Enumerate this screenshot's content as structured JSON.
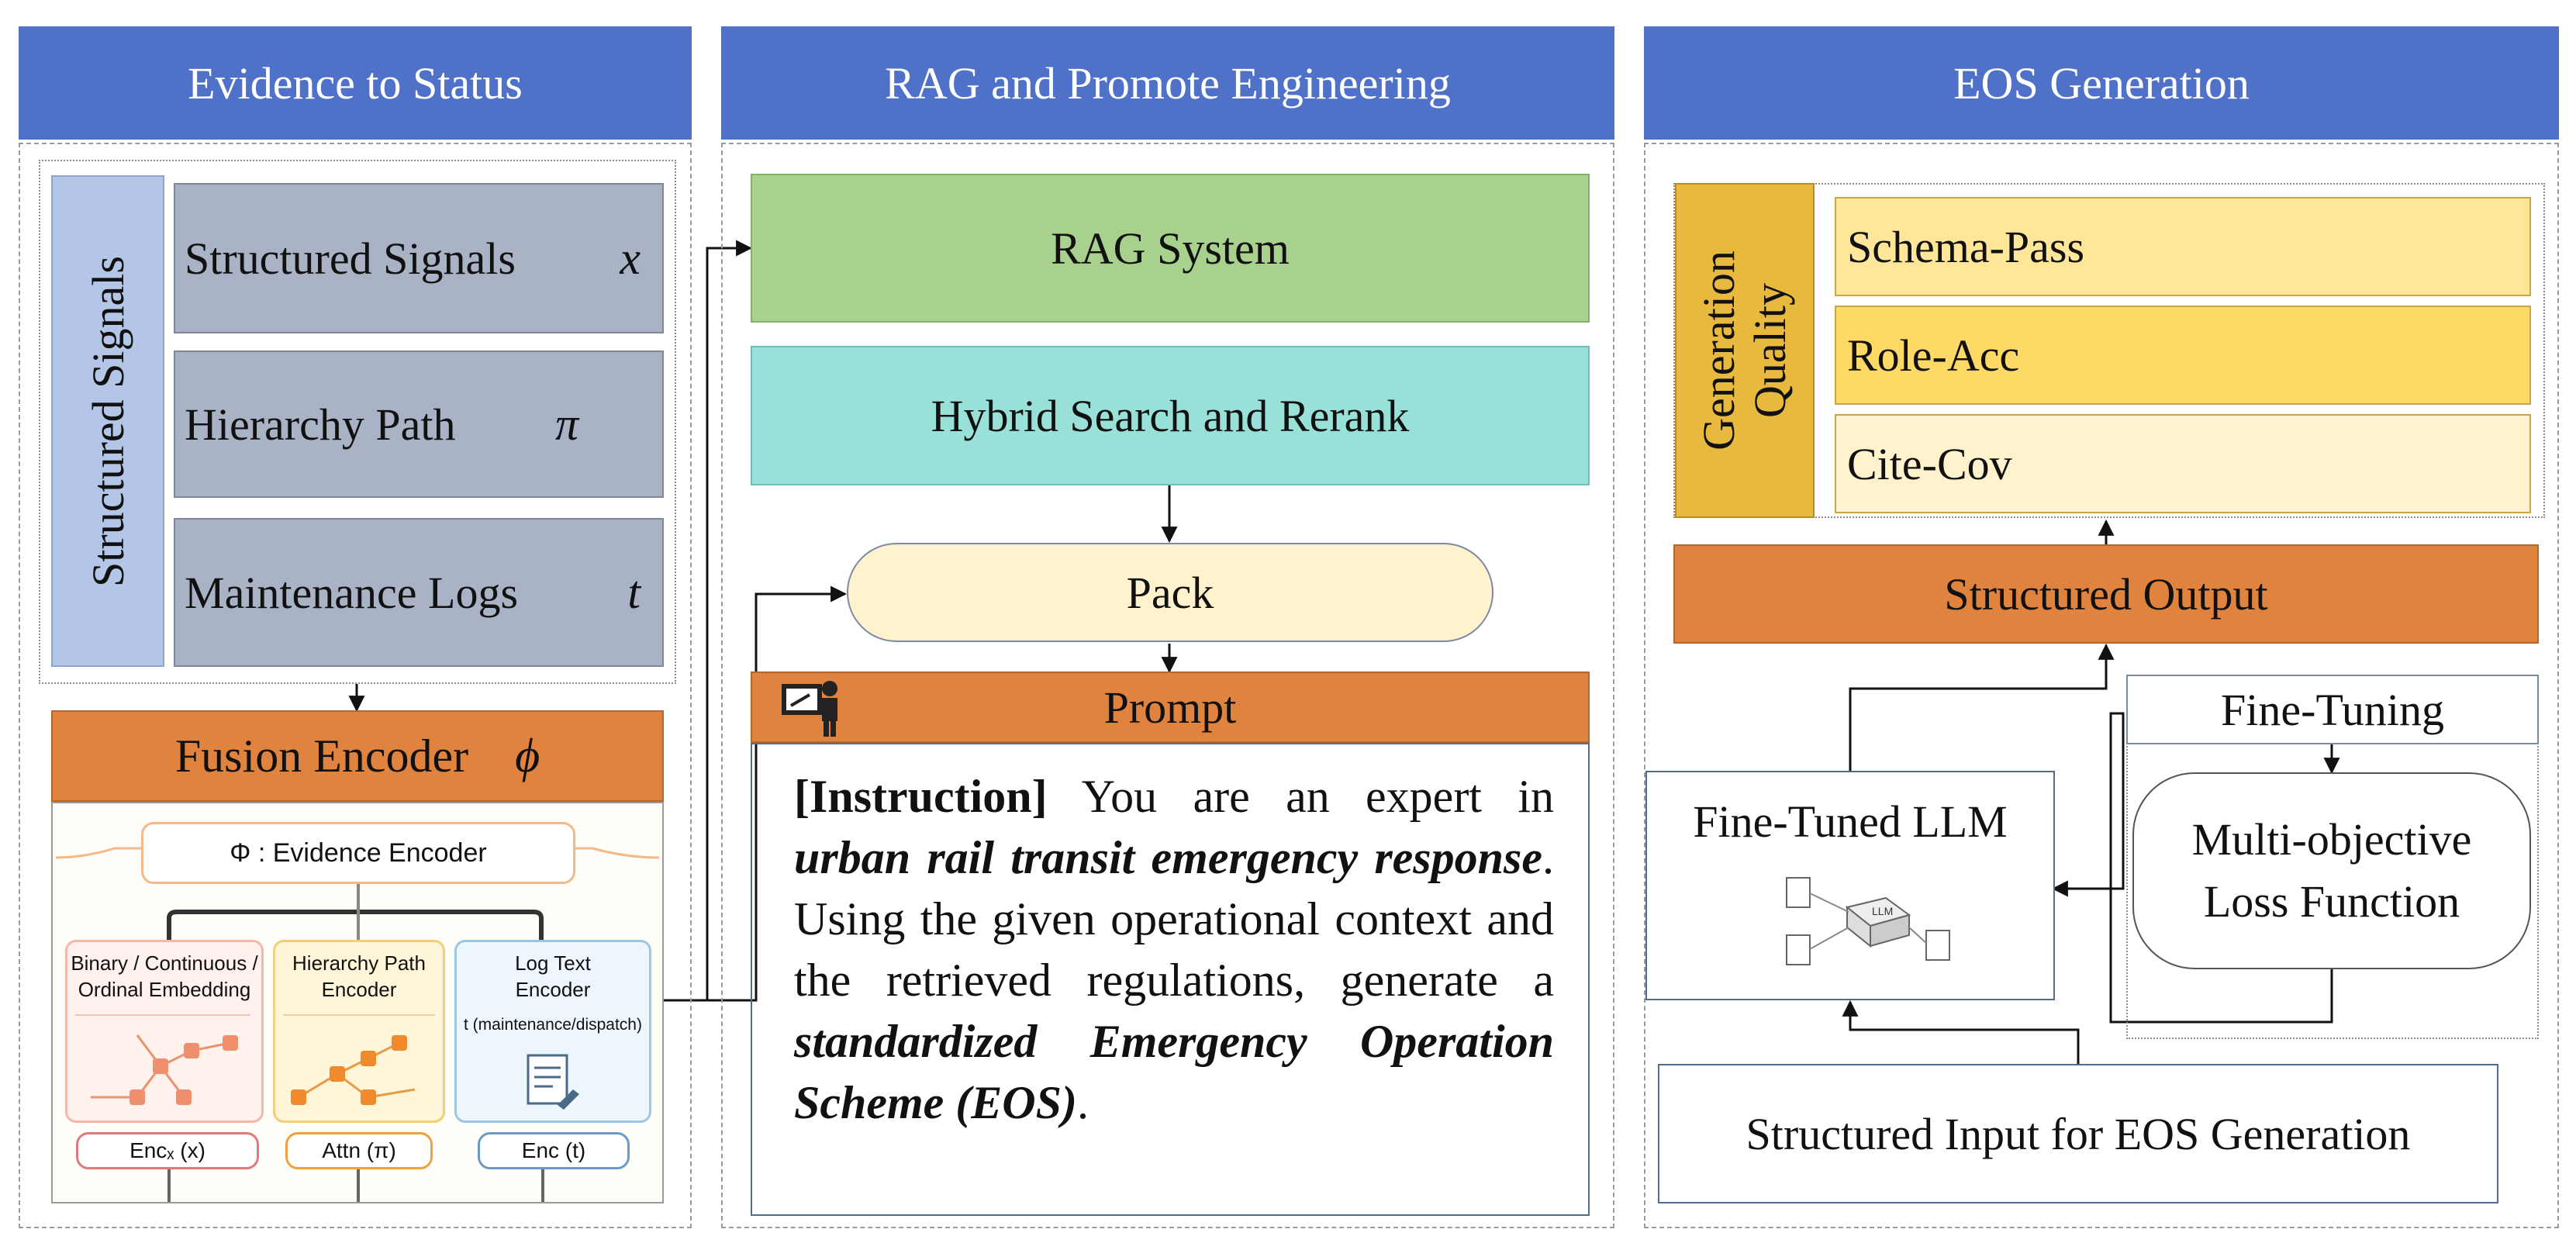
{
  "columns": {
    "evidence": {
      "title": "Evidence to Status",
      "structured_signals_label": "Structured Signals",
      "inputs": [
        {
          "label": "Structured Signals",
          "symbol": "x"
        },
        {
          "label": "Hierarchy Path",
          "symbol": "π"
        },
        {
          "label": "Maintenance Logs",
          "symbol": "t"
        }
      ],
      "fusion_encoder": {
        "label": "Fusion Encoder",
        "symbol": "ϕ"
      },
      "encoder_detail": {
        "title": "Φ : Evidence Encoder",
        "binary": {
          "line1": "Binary / Continuous /",
          "line2": "Ordinal Embedding",
          "pill": "Encₓ (x)"
        },
        "hierarchy": {
          "line1": "Hierarchy Path",
          "line2": "Encoder",
          "pill": "Attn (π)"
        },
        "logtext": {
          "line1": "Log Text",
          "line2": "Encoder",
          "sub": "t (maintenance/dispatch)",
          "pill": "Enc (t)"
        }
      }
    },
    "rag": {
      "title": "RAG and Promote Engineering",
      "rag_system": "RAG System",
      "hybrid": "Hybrid Search and Rerank",
      "pack": "Pack",
      "prompt_title": "Prompt",
      "prompt_parts": [
        {
          "text": "[Instruction]",
          "style": "b"
        },
        {
          "text": " You are an expert in ",
          "style": "n"
        },
        {
          "text": "urban rail transit emergency response",
          "style": "bi"
        },
        {
          "text": ". Using the given operational context and the retrieved regulations, generate a ",
          "style": "n"
        },
        {
          "text": "standardized Emergency Operation Scheme (EOS)",
          "style": "bi"
        },
        {
          "text": ".",
          "style": "n"
        }
      ]
    },
    "eos": {
      "title": "EOS Generation",
      "quality_label_line1": "Generation",
      "quality_label_line2": "Quality",
      "metrics": [
        "Schema-Pass",
        "Role-Acc",
        "Cite-Cov"
      ],
      "structured_output": "Structured Output",
      "fine_tuning": "Fine-Tuning",
      "loss_line1": "Multi-objective",
      "loss_line2": "Loss Function",
      "llm": "Fine-Tuned LLM",
      "llm_icon_text": "LLM",
      "input": "Structured Input for EOS Generation"
    }
  },
  "colors": {
    "header_blue": "#4f71c7",
    "gray_box": "#a9b3c5",
    "signals_bar": "#b4c6e7",
    "orange": "#e0833e",
    "green": "#a9d18e",
    "teal": "#99e0d8",
    "pack": "#fff2cc",
    "gold": "#e8b93f",
    "metric1": "#ffe699",
    "metric2": "#ffd966",
    "metric3": "#fff2cc"
  }
}
